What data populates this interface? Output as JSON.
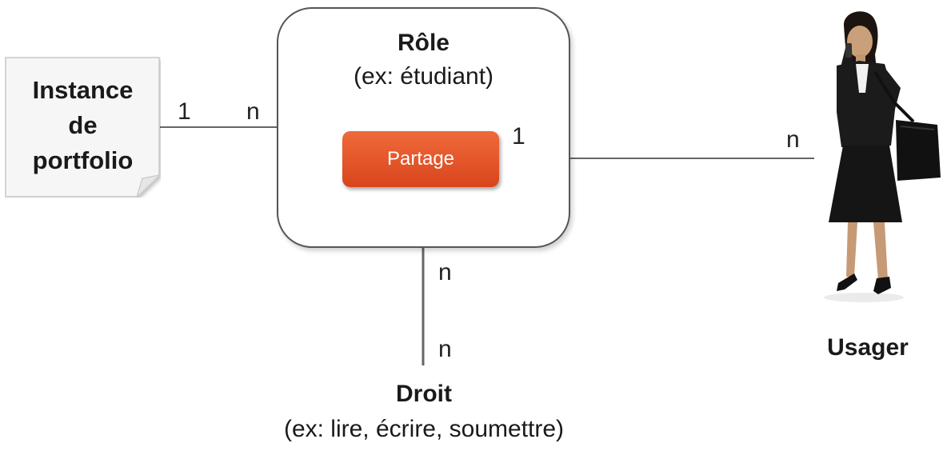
{
  "instance": {
    "lines": [
      "Instance",
      "de",
      "portfolio"
    ]
  },
  "role": {
    "title": "Rôle",
    "example": "(ex: étudiant)",
    "partage_label": "Partage"
  },
  "droit": {
    "title": "Droit",
    "example": "(ex: lire, écrire, soumettre)"
  },
  "user": {
    "label": "Usager"
  },
  "multiplicities": {
    "instance_side": "1",
    "role_side_left": "n",
    "partage_side": "1",
    "user_side": "n",
    "role_bottom": "n",
    "droit_top": "n"
  },
  "colors": {
    "partage": "#e0532a",
    "line": "#666666",
    "text": "#1a1a1a"
  }
}
